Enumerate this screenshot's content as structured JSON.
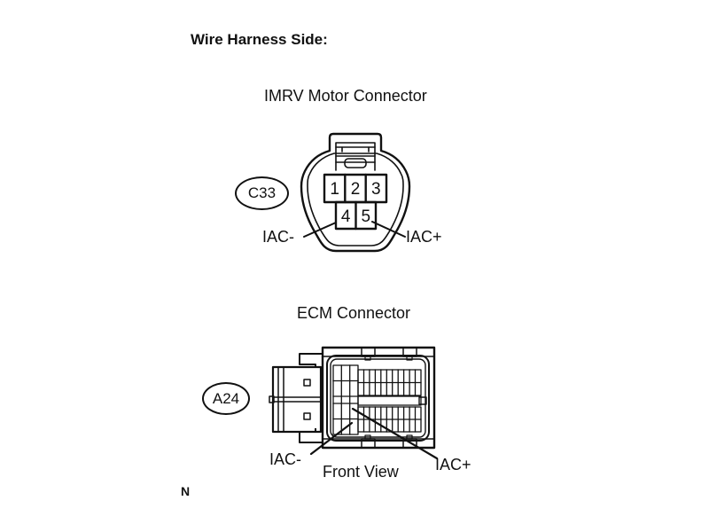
{
  "page": {
    "title": "Wire Harness Side:",
    "footer_note": "N",
    "colors": {
      "line": "#111111",
      "background": "#ffffff"
    }
  },
  "imrv": {
    "title": "IMRV Motor Connector",
    "connector_code": "C33",
    "pins": [
      "1",
      "2",
      "3",
      "4",
      "5"
    ],
    "labels": {
      "left": "IAC-",
      "right": "IAC+"
    }
  },
  "ecm": {
    "title": "ECM Connector",
    "connector_code": "A24",
    "labels": {
      "left": "IAC-",
      "right": "IAC+",
      "caption": "Front View"
    }
  }
}
